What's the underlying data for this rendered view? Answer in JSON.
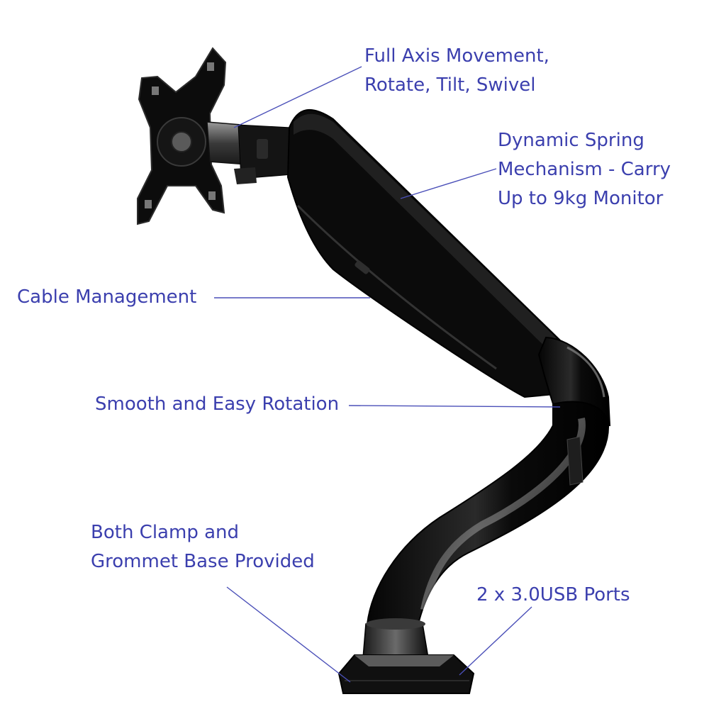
{
  "colors": {
    "callout_text": "#3b3fae",
    "leader_line": "#4a4fb8",
    "arm_black": "#0d0d0d",
    "background": "#ffffff"
  },
  "callouts": {
    "full_axis": {
      "line1": "Full Axis Movement,",
      "line2": "Rotate, Tilt, Swivel"
    },
    "spring": {
      "line1": "Dynamic Spring",
      "line2": "Mechanism - Carry",
      "line3": "Up to 9kg Monitor"
    },
    "cable": {
      "line1": "Cable Management"
    },
    "rotation": {
      "line1": "Smooth and Easy Rotation"
    },
    "base": {
      "line1": "Both Clamp and",
      "line2": "Grommet Base Provided"
    },
    "usb": {
      "line1": "2 x 3.0USB Ports"
    }
  }
}
